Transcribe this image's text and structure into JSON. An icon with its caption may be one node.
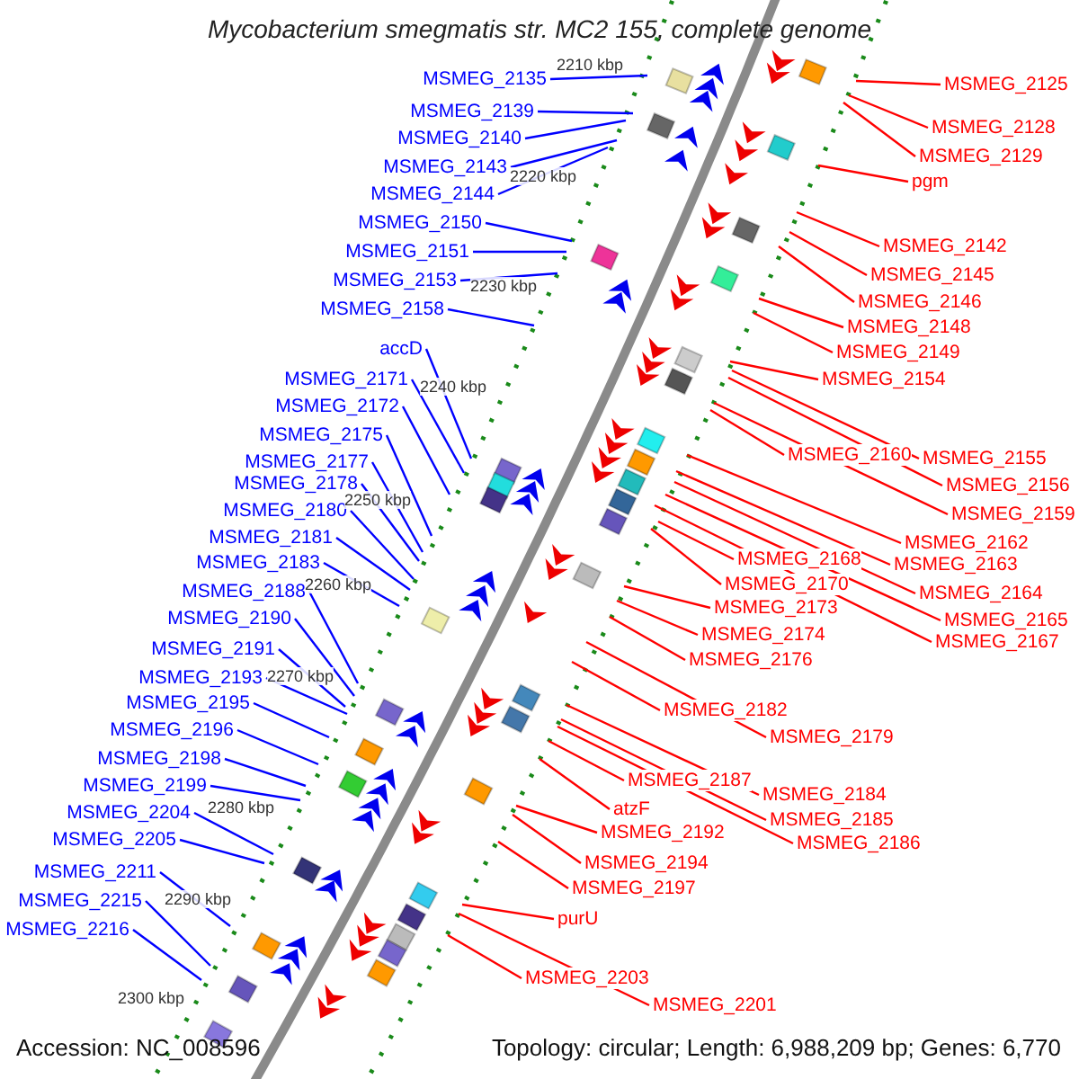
{
  "diagram": {
    "title": "Mycobacterium smegmatis str. MC2 155, complete genome",
    "nodes": [
      {
        "text": [
          "MSMEG_2135"
        ]
      },
      {
        "text": [
          "MSMEG_2139"
        ]
      },
      {
        "text": [
          "MSMEG_2140"
        ]
      },
      {
        "text": [
          "MSMEG_2143"
        ]
      },
      {
        "text": [
          "MSMEG_2144"
        ]
      },
      {
        "text": [
          "MSMEG_2150"
        ]
      },
      {
        "text": [
          "MSMEG_2151"
        ]
      },
      {
        "text": [
          "MSMEG_2153"
        ]
      },
      {
        "text": [
          "MSMEG_2158"
        ]
      },
      {
        "text": [
          "accD"
        ]
      },
      {
        "text": [
          "MSMEG_2171"
        ]
      },
      {
        "text": [
          "MSMEG_2172"
        ]
      },
      {
        "text": [
          "MSMEG_2175"
        ]
      },
      {
        "text": [
          "MSMEG_2177"
        ]
      },
      {
        "text": [
          "MSMEG_2178"
        ]
      },
      {
        "text": [
          "MSMEG_2180"
        ]
      },
      {
        "text": [
          "MSMEG_2181"
        ]
      },
      {
        "text": [
          "MSMEG_2183"
        ]
      },
      {
        "text": [
          "MSMEG_2188"
        ]
      },
      {
        "text": [
          "MSMEG_2190"
        ]
      },
      {
        "text": [
          "MSMEG_2191"
        ]
      },
      {
        "text": [
          "MSMEG_2193"
        ]
      },
      {
        "text": [
          "MSMEG_2195"
        ]
      },
      {
        "text": [
          "MSMEG_2196"
        ]
      },
      {
        "text": [
          "MSMEG_2198"
        ]
      },
      {
        "text": [
          "MSMEG_2199"
        ]
      },
      {
        "text": [
          "MSMEG_2204"
        ]
      },
      {
        "text": [
          "MSMEG_2205"
        ]
      },
      {
        "text": [
          "MSMEG_2211"
        ]
      },
      {
        "text": [
          "MSMEG_2215"
        ]
      },
      {
        "text": [
          "MSMEG_2216"
        ]
      },
      {
        "text": [
          "MSMEG_2125"
        ]
      },
      {
        "text": [
          "MSMEG_2128"
        ]
      },
      {
        "text": [
          "MSMEG_2129"
        ]
      },
      {
        "text": [
          "pgm"
        ]
      },
      {
        "text": [
          "MSMEG_2142"
        ]
      },
      {
        "text": [
          "MSMEG_2145"
        ]
      },
      {
        "text": [
          "MSMEG_2146"
        ]
      },
      {
        "text": [
          "MSMEG_2148"
        ]
      },
      {
        "text": [
          "MSMEG_2149"
        ]
      },
      {
        "text": [
          "MSMEG_2154"
        ]
      },
      {
        "text": [
          "MSMEG_2160"
        ]
      },
      {
        "text": [
          "MSMEG_2155"
        ]
      },
      {
        "text": [
          "MSMEG_2156"
        ]
      },
      {
        "text": [
          "MSMEG_2159"
        ]
      },
      {
        "text": [
          "MSMEG_2162"
        ]
      },
      {
        "text": [
          "MSMEG_2163"
        ]
      },
      {
        "text": [
          "MSMEG_2168"
        ]
      },
      {
        "text": [
          "MSMEG_2164"
        ]
      },
      {
        "text": [
          "MSMEG_2170"
        ]
      },
      {
        "text": [
          "MSMEG_2165"
        ]
      },
      {
        "text": [
          "MSMEG_2167"
        ]
      },
      {
        "text": [
          "MSMEG_2173"
        ]
      },
      {
        "text": [
          "MSMEG_2174"
        ]
      },
      {
        "text": [
          "MSMEG_2176"
        ]
      },
      {
        "text": [
          "MSMEG_2182"
        ]
      },
      {
        "text": [
          "MSMEG_2179"
        ]
      },
      {
        "text": [
          "MSMEG_2187"
        ]
      },
      {
        "text": [
          "MSMEG_2184"
        ]
      },
      {
        "text": [
          "MSMEG_2185"
        ]
      },
      {
        "text": [
          "atzF"
        ]
      },
      {
        "text": [
          "MSMEG_2186"
        ]
      },
      {
        "text": [
          "MSMEG_2192"
        ]
      },
      {
        "text": [
          "MSMEG_2194"
        ]
      },
      {
        "text": [
          "MSMEG_2197"
        ]
      },
      {
        "text": [
          "purU"
        ]
      },
      {
        "text": [
          "MSMEG_2203"
        ]
      },
      {
        "text": [
          "MSMEG_2201"
        ]
      }
    ],
    "edges": [
      {
        "from": 0,
        "to": null,
        "arrow": "none",
        "color": "#0000ff"
      },
      {
        "from": 1,
        "to": null,
        "arrow": "none",
        "color": "#0000ff"
      },
      {
        "from": 2,
        "to": null,
        "arrow": "none",
        "color": "#0000ff"
      },
      {
        "from": 3,
        "to": null,
        "arrow": "none",
        "color": "#0000ff"
      },
      {
        "from": 4,
        "to": null,
        "arrow": "none",
        "color": "#0000ff"
      },
      {
        "from": 5,
        "to": null,
        "arrow": "none",
        "color": "#0000ff"
      },
      {
        "from": 6,
        "to": null,
        "arrow": "none",
        "color": "#0000ff"
      },
      {
        "from": 7,
        "to": null,
        "arrow": "none",
        "color": "#0000ff"
      },
      {
        "from": 8,
        "to": null,
        "arrow": "none",
        "color": "#0000ff"
      },
      {
        "from": 9,
        "to": null,
        "arrow": "none",
        "color": "#0000ff"
      },
      {
        "from": 10,
        "to": null,
        "arrow": "none",
        "color": "#0000ff"
      },
      {
        "from": 11,
        "to": null,
        "arrow": "none",
        "color": "#0000ff"
      },
      {
        "from": 12,
        "to": null,
        "arrow": "none",
        "color": "#0000ff"
      },
      {
        "from": 13,
        "to": null,
        "arrow": "none",
        "color": "#0000ff"
      },
      {
        "from": 14,
        "to": null,
        "arrow": "none",
        "color": "#0000ff"
      },
      {
        "from": 15,
        "to": null,
        "arrow": "none",
        "color": "#0000ff"
      },
      {
        "from": 16,
        "to": null,
        "arrow": "none",
        "color": "#0000ff"
      },
      {
        "from": 17,
        "to": null,
        "arrow": "none",
        "color": "#0000ff"
      },
      {
        "from": 18,
        "to": null,
        "arrow": "none",
        "color": "#0000ff"
      },
      {
        "from": 19,
        "to": null,
        "arrow": "none",
        "color": "#0000ff"
      },
      {
        "from": 20,
        "to": null,
        "arrow": "none",
        "color": "#0000ff"
      },
      {
        "from": 21,
        "to": null,
        "arrow": "none",
        "color": "#0000ff"
      },
      {
        "from": 22,
        "to": null,
        "arrow": "none",
        "color": "#0000ff"
      },
      {
        "from": 23,
        "to": null,
        "arrow": "none",
        "color": "#0000ff"
      },
      {
        "from": 24,
        "to": null,
        "arrow": "none",
        "color": "#0000ff"
      },
      {
        "from": 25,
        "to": null,
        "arrow": "none",
        "color": "#0000ff"
      },
      {
        "from": 26,
        "to": null,
        "arrow": "none",
        "color": "#0000ff"
      },
      {
        "from": 27,
        "to": null,
        "arrow": "none",
        "color": "#0000ff"
      },
      {
        "from": 28,
        "to": null,
        "arrow": "none",
        "color": "#0000ff"
      },
      {
        "from": 29,
        "to": null,
        "arrow": "none",
        "color": "#0000ff"
      },
      {
        "from": 30,
        "to": null,
        "arrow": "none",
        "color": "#0000ff"
      },
      {
        "from": 31,
        "to": null,
        "arrow": "none"
      },
      {
        "from": 32,
        "to": null,
        "arrow": "none"
      },
      {
        "from": 33,
        "to": null,
        "arrow": "none"
      },
      {
        "from": 34,
        "to": null,
        "arrow": "none"
      },
      {
        "from": 35,
        "to": null,
        "arrow": "none"
      },
      {
        "from": 36,
        "to": null,
        "arrow": "none"
      },
      {
        "from": 37,
        "to": null,
        "arrow": "none"
      },
      {
        "from": 38,
        "to": null,
        "arrow": "none"
      },
      {
        "from": 39,
        "to": null,
        "arrow": "none"
      },
      {
        "from": 40,
        "to": null,
        "arrow": "none"
      },
      {
        "from": 41,
        "to": null,
        "arrow": "none"
      },
      {
        "from": 42,
        "to": null,
        "arrow": "none"
      },
      {
        "from": 43,
        "to": null,
        "arrow": "none"
      },
      {
        "from": 44,
        "to": null,
        "arrow": "none"
      },
      {
        "from": 45,
        "to": null,
        "arrow": "none"
      },
      {
        "from": 46,
        "to": null,
        "arrow": "none"
      },
      {
        "from": 47,
        "to": null,
        "arrow": "none"
      },
      {
        "from": 48,
        "to": null,
        "arrow": "none"
      },
      {
        "from": 49,
        "to": null,
        "arrow": "none"
      },
      {
        "from": 50,
        "to": null,
        "arrow": "none"
      },
      {
        "from": 51,
        "to": null,
        "arrow": "none"
      },
      {
        "from": 52,
        "to": null,
        "arrow": "none"
      },
      {
        "from": 53,
        "to": null,
        "arrow": "none"
      },
      {
        "from": 54,
        "to": null,
        "arrow": "none"
      },
      {
        "from": 55,
        "to": null,
        "arrow": "none"
      },
      {
        "from": 56,
        "to": null,
        "arrow": "none"
      },
      {
        "from": 57,
        "to": null,
        "arrow": "none"
      },
      {
        "from": 58,
        "to": null,
        "arrow": "none"
      },
      {
        "from": 59,
        "to": null,
        "arrow": "none"
      },
      {
        "from": 60,
        "to": null,
        "arrow": "none"
      },
      {
        "from": 61,
        "to": null,
        "arrow": "none"
      },
      {
        "from": 62,
        "to": null,
        "arrow": "none"
      },
      {
        "from": 63,
        "to": null,
        "arrow": "none"
      },
      {
        "from": 64,
        "to": null,
        "arrow": "none"
      },
      {
        "from": 65,
        "to": null,
        "arrow": "none"
      },
      {
        "from": 66,
        "to": null,
        "arrow": "none"
      },
      {
        "from": 67,
        "to": null,
        "arrow": "none"
      }
    ],
    "labels": [
      "2210 kbp",
      "2220 kbp",
      "2230 kbp",
      "2240 kbp",
      "2250 kbp",
      "2260 kbp",
      "2270 kbp",
      "2280 kbp",
      "2290 kbp",
      "2300 kbp",
      "Accession: NC_008596",
      "Topology: circular; Length: 6,988,209 bp; Genes: 6,770"
    ]
  }
}
